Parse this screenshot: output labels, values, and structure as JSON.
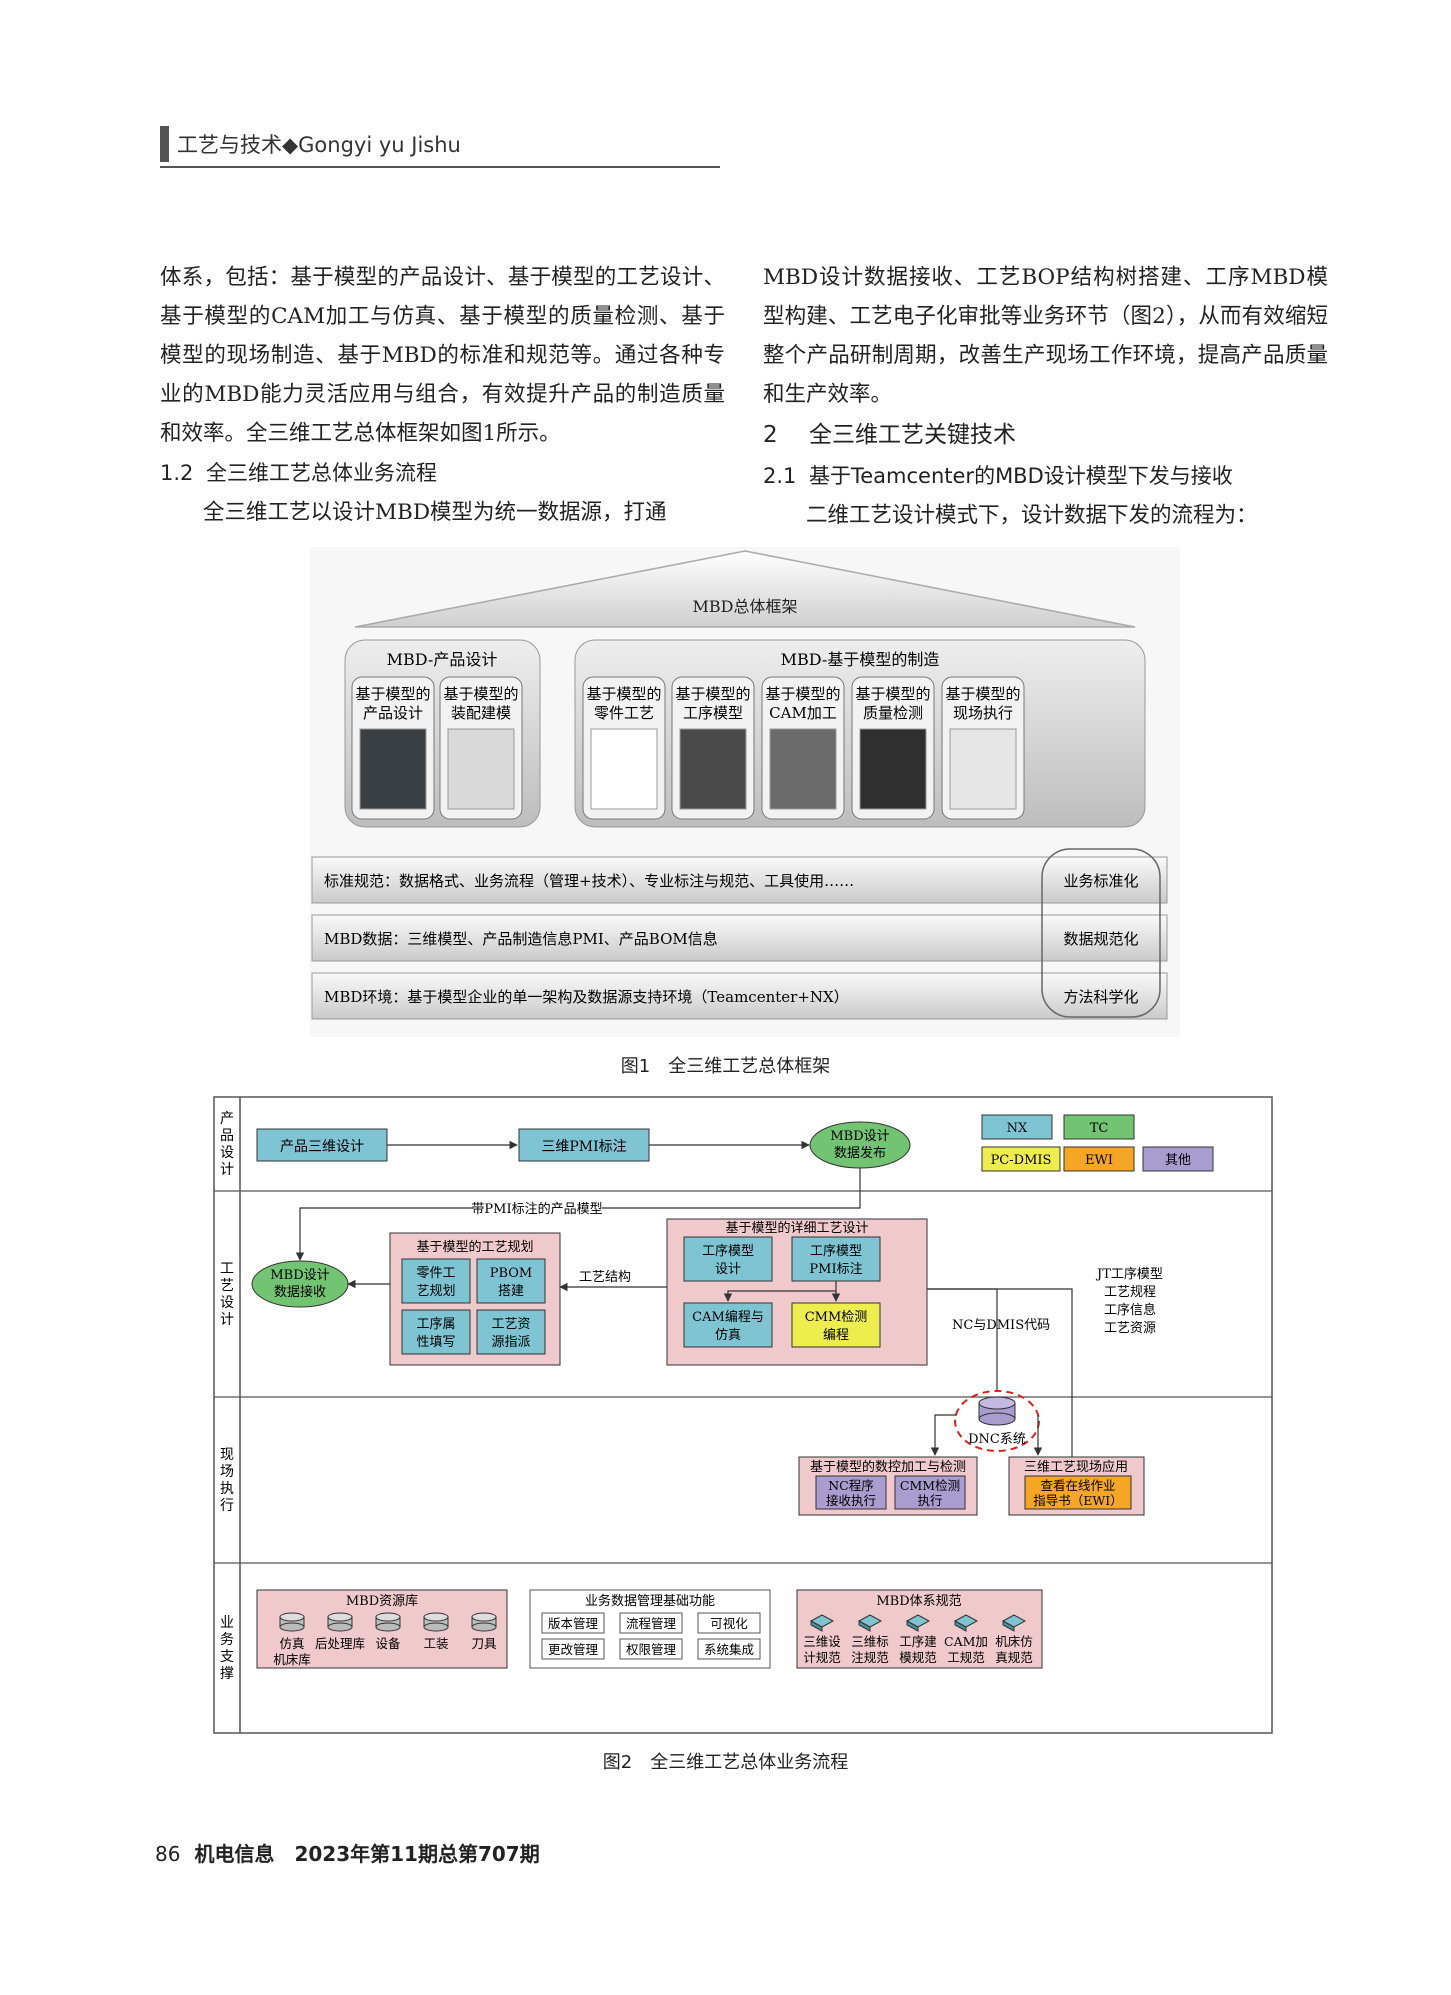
{
  "header": {
    "title": "工艺与技术◆Gongyi yu Jishu"
  },
  "left_col": {
    "para1": "体系，包括：基于模型的产品设计、基于模型的工艺设计、基于模型的CAM加工与仿真、基于模型的质量检测、基于模型的现场制造、基于MBD的标准和规范等。通过各种专业的MBD能力灵活应用与组合，有效提升产品的制造质量和效率。全三维工艺总体框架如图1所示。",
    "sec_num": "1.2",
    "sec_title": "全三维工艺总体业务流程",
    "para2": "全三维工艺以设计MBD模型为统一数据源，打通"
  },
  "right_col": {
    "para1": "MBD设计数据接收、工艺BOP结构树搭建、工序MBD模型构建、工艺电子化审批等业务环节（图2），从而有效缩短整个产品研制周期，改善生产现场工作环境，提高产品质量和生产效率。",
    "sec2_num": "2",
    "sec2_title": "全三维工艺关键技术",
    "sec21_num": "2.1",
    "sec21_title": "基于Teamcenter的MBD设计模型下发与接收",
    "para2": "二维工艺设计模式下，设计数据下发的流程为："
  },
  "fig1": {
    "caption": "图1　全三维工艺总体框架",
    "roof": "MBD总体框架",
    "group_design": "MBD-产品设计",
    "group_mfg": "MBD-基于模型的制造",
    "cards": [
      [
        "基于模型的",
        "产品设计"
      ],
      [
        "基于模型的",
        "装配建模"
      ],
      [
        "基于模型的",
        "零件工艺"
      ],
      [
        "基于模型的",
        "工序模型"
      ],
      [
        "基于模型的",
        "CAM加工"
      ],
      [
        "基于模型的",
        "质量检测"
      ],
      [
        "基于模型的",
        "现场执行"
      ]
    ],
    "bars": [
      {
        "text": "标准规范：数据格式、业务流程（管理+技术）、专业标注与规范、工具使用……",
        "tag": "业务标准化"
      },
      {
        "text": "MBD数据：三维模型、产品制造信息PMI、产品BOM信息",
        "tag": "数据规范化"
      },
      {
        "text": "MBD环境：基于模型企业的单一架构及数据源支持环境（Teamcenter+NX）",
        "tag": "方法科学化"
      }
    ]
  },
  "fig2": {
    "caption": "图2　全三维工艺总体业务流程",
    "lanes": [
      "产品设计",
      "工艺设计",
      "现场执行",
      "业务支撑"
    ],
    "legend": [
      {
        "label": "NX",
        "color": "#7fc4d2"
      },
      {
        "label": "TC",
        "color": "#72c472"
      },
      {
        "label": "PC-DMIS",
        "color": "#eded4e"
      },
      {
        "label": "EWI",
        "color": "#f4a624"
      },
      {
        "label": "其他",
        "color": "#a99ccf"
      }
    ],
    "product_design": {
      "box1": "产品三维设计",
      "box2": "三维PMI标注",
      "ellipse": [
        "MBD设计",
        "数据发布"
      ]
    },
    "link_label": "带PMI标注的产品模型",
    "receive": [
      "MBD设计",
      "数据接收"
    ],
    "plan_title": "基于模型的工艺规划",
    "plan_items": [
      [
        "零件工",
        "艺规划"
      ],
      [
        "PBOM",
        "搭建"
      ],
      [
        "工序属",
        "性填写"
      ],
      [
        "工艺资",
        "源指派"
      ]
    ],
    "struct_label": "工艺结构",
    "detail_title": "基于模型的详细工艺设计",
    "detail_items": [
      [
        "工序模型",
        "设计"
      ],
      [
        "工序模型",
        "PMI标注"
      ],
      [
        "CAM编程与",
        "仿真"
      ],
      [
        "CMM检测",
        "编程"
      ]
    ],
    "nc_label": "NC与DMIS代码",
    "jt_labels": [
      "JT工序模型",
      "工艺规程",
      "工序信息",
      "工艺资源"
    ],
    "dnc": "DNC系统",
    "nc_title": "基于模型的数控加工与检测",
    "nc_items": [
      [
        "NC程序",
        "接收执行"
      ],
      [
        "CMM检测",
        "执行"
      ]
    ],
    "field_title": "三维工艺现场应用",
    "field_item": [
      "查看在线作业",
      "指导书（EWI）"
    ],
    "res_title": "MBD资源库",
    "res_items": [
      "仿真机床库",
      "后处理库",
      "设备",
      "工装",
      "刀具"
    ],
    "mgmt_title": "业务数据管理基础功能",
    "mgmt_items": [
      "版本管理",
      "流程管理",
      "可视化",
      "更改管理",
      "权限管理",
      "系统集成"
    ],
    "std_title": "MBD体系规范",
    "std_items": [
      [
        "三维设",
        "计规范"
      ],
      [
        "三维标",
        "注规范"
      ],
      [
        "工序建",
        "模规范"
      ],
      [
        "CAM加",
        "工规范"
      ],
      [
        "机床仿",
        "真规范"
      ]
    ]
  },
  "footer": {
    "page": "86",
    "journal": "机电信息　2023年第11期总第707期"
  }
}
